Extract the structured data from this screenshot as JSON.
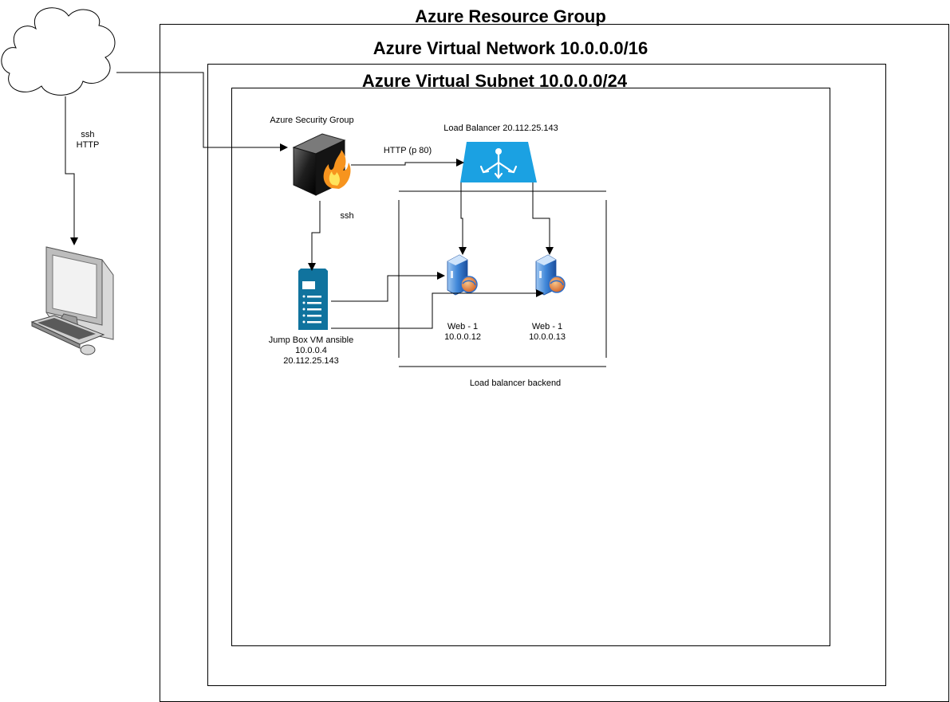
{
  "diagram": {
    "resource_group": {
      "title": "Azure Resource Group"
    },
    "virtual_network": {
      "title": "Azure Virtual Network 10.0.0.0/16"
    },
    "virtual_subnet": {
      "title": "Azure Virtual Subnet 10.0.0.0/24"
    },
    "internet": {
      "edge_label_1": "ssh",
      "edge_label_2": "HTTP"
    },
    "security_group": {
      "label": "Azure Security Group"
    },
    "load_balancer": {
      "label": "Load Balancer 20.112.25.143",
      "edge_label": "HTTP (p 80)"
    },
    "ssh_edge": {
      "label": "ssh"
    },
    "jump_box": {
      "line1": "Jump Box VM ansible",
      "line2": "10.0.0.4",
      "line3": "20.112.25.143"
    },
    "web1": {
      "line1": "Web - 1",
      "line2": "10.0.0.12"
    },
    "web2": {
      "line1": "Web - 1",
      "line2": "10.0.0.13"
    },
    "backend": {
      "label": "Load balancer backend"
    },
    "colors": {
      "load_balancer": "#1BA1E2",
      "jump_box": "#10739E",
      "server_blue": "#2F6FC8",
      "fire": "#F7941E"
    }
  }
}
